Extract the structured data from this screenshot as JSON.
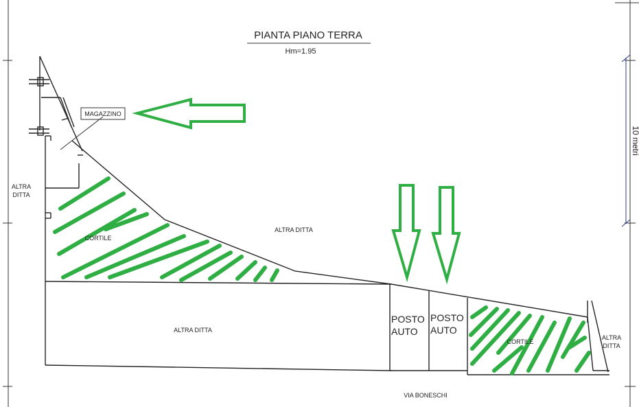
{
  "plan": {
    "title": "PIANTA PIANO TERRA",
    "height_note": "Hm=1.95",
    "scale_label": "10 metri",
    "colors": {
      "hatch": "#2fae43",
      "arrow": "#2fae43",
      "lines": "#333333",
      "dimension": "#2e3a8c"
    },
    "labels": {
      "magazzino": "MAGAZZINO",
      "altra_ditta_left": [
        "ALTRA",
        "DITTA"
      ],
      "cortile_left": "CORTILE",
      "altra_ditta_top": "ALTRA DITTA",
      "altra_ditta_bottom": "ALTRA DITTA",
      "posto_auto_1": [
        "POSTO",
        "AUTO"
      ],
      "posto_auto_2": [
        "POSTO",
        "AUTO"
      ],
      "cortile_right": "CORTILE",
      "altra_ditta_right": [
        "ALTRA",
        "DITTA"
      ],
      "street": "VIA BONESCHI"
    }
  }
}
